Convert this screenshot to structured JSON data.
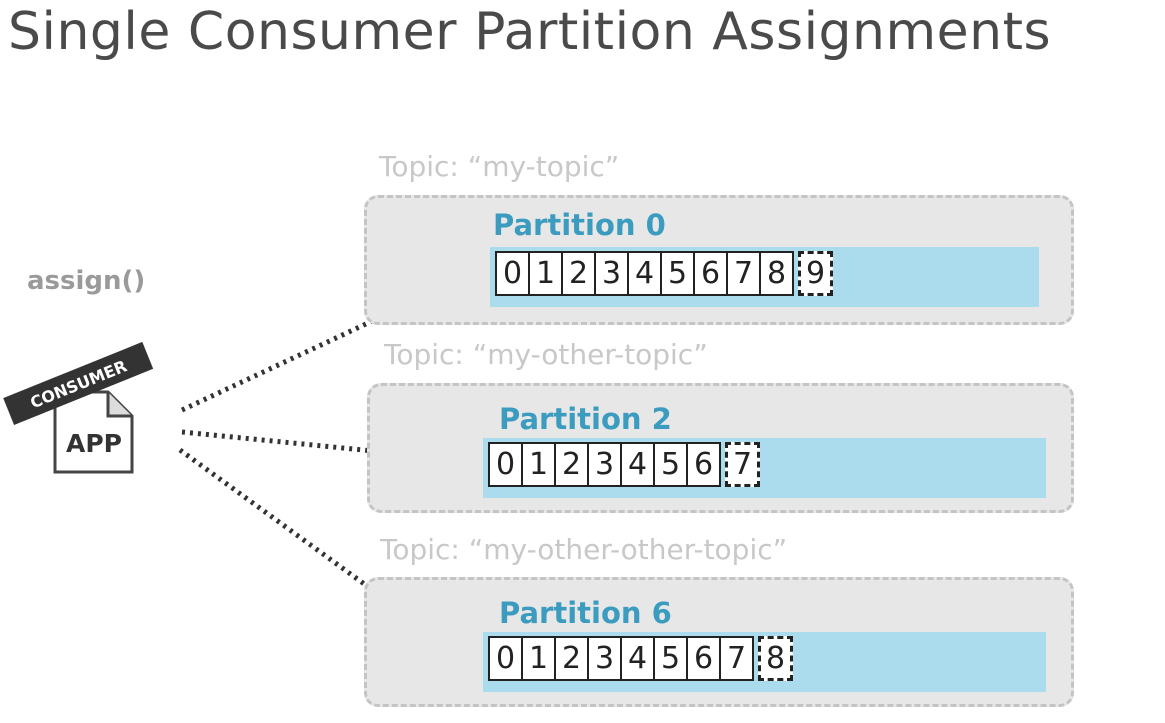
{
  "title": "Single Consumer Partition Assignments",
  "assign_call": "assign()",
  "consumer": {
    "badge": "CONSUMER",
    "label": "APP"
  },
  "topics": [
    {
      "label": "Topic: “my-topic”",
      "partition": "Partition 0",
      "offsets": [
        "0",
        "1",
        "2",
        "3",
        "4",
        "5",
        "6",
        "7",
        "8"
      ],
      "next_offset": "9"
    },
    {
      "label": "Topic: “my-other-topic”",
      "partition": "Partition 2",
      "offsets": [
        "0",
        "1",
        "2",
        "3",
        "4",
        "5",
        "6"
      ],
      "next_offset": "7"
    },
    {
      "label": "Topic: “my-other-other-topic”",
      "partition": "Partition 6",
      "offsets": [
        "0",
        "1",
        "2",
        "3",
        "4",
        "5",
        "6",
        "7"
      ],
      "next_offset": "8"
    }
  ]
}
